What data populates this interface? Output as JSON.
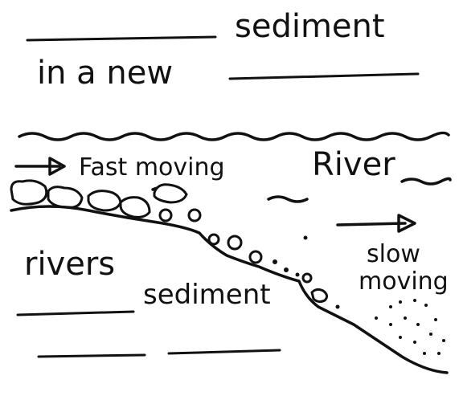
{
  "sentence": {
    "line1_word": "sediment",
    "line2_phrase": "in a new"
  },
  "labels": {
    "fast_moving": "Fast moving",
    "river": "River",
    "rivers": "rivers",
    "sediment": "sediment",
    "slow": "slow",
    "moving": "moving"
  },
  "colors": {
    "ink": "#111111",
    "paper": "#ffffff"
  },
  "icons": {
    "fast_arrow": "arrow-right-icon",
    "slow_arrow": "arrow-right-icon"
  }
}
